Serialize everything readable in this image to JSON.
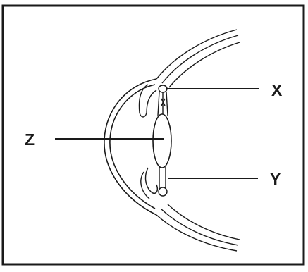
{
  "diagram": {
    "labels": {
      "x": "X",
      "y": "Y",
      "z": "Z"
    }
  }
}
